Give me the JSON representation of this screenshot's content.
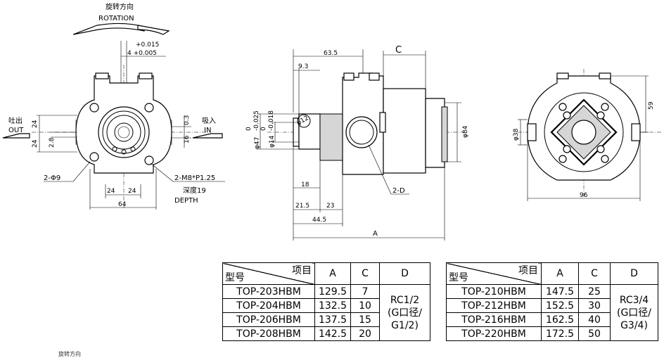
{
  "front_view": {
    "rotation_cn": "旋转方向",
    "rotation_en": "ROTATION",
    "tol_plus_015": "+0.015",
    "tol_4_plus_005": "4 +0.005",
    "outlet_cn": "吐出",
    "outlet_en": "OUT",
    "inlet_cn": "吸入",
    "inlet_en": "IN",
    "dim_24_left": "24",
    "dim_24_left2": "24",
    "dim_2_8": "2.8",
    "dim_0_3": "0.3",
    "dim_16": "16",
    "hole_2phi9": "2-Φ9",
    "tap_2m8": "2-M8*P1.25",
    "depth_cn": "深度19",
    "depth_en": "DEPTH",
    "dim_24_bottom_a": "24",
    "dim_24_bottom_b": "24",
    "dim_64": "64"
  },
  "side_view": {
    "dim_63_5": "63.5",
    "dim_c": "C",
    "dim_9_3": "9.3",
    "shaft_tol_0": "0",
    "shaft_tol_025": "-0.025",
    "shaft_dia": "φ47",
    "key_tol_0": "0",
    "key_tol_018": "-0.018",
    "key_dia": "φ14",
    "dim_phi12": "φ12",
    "dim_phi84": "φ84",
    "port_2d": "2-D",
    "dim_18": "18",
    "dim_21_5": "21.5",
    "dim_23": "23",
    "dim_44_5": "44.5",
    "dim_a": "A"
  },
  "rear_view": {
    "dim_59": "59",
    "dim_phi38": "φ38",
    "dim_96": "96"
  },
  "table_left": {
    "header_item": "项目",
    "header_model": "型号",
    "col_a": "A",
    "col_c": "C",
    "col_d": "D",
    "rows": [
      {
        "model": "TOP-203HBM",
        "a": "129.5",
        "c": "7"
      },
      {
        "model": "TOP-204HBM",
        "a": "132.5",
        "c": "10"
      },
      {
        "model": "TOP-206HBM",
        "a": "137.5",
        "c": "15"
      },
      {
        "model": "TOP-208HBM",
        "a": "142.5",
        "c": "20"
      }
    ],
    "d_line1": "RC1/2",
    "d_line2": "(G口径/",
    "d_line3": "G1/2)"
  },
  "table_right": {
    "header_item": "项目",
    "header_model": "型号",
    "col_a": "A",
    "col_c": "C",
    "col_d": "D",
    "rows": [
      {
        "model": "TOP-210HBM",
        "a": "147.5",
        "c": "25"
      },
      {
        "model": "TOP-212HBM",
        "a": "152.5",
        "c": "30"
      },
      {
        "model": "TOP-216HBM",
        "a": "162.5",
        "c": "40"
      },
      {
        "model": "TOP-220HBM",
        "a": "172.5",
        "c": "50"
      }
    ],
    "d_line1": "RC3/4",
    "d_line2": "(G口径/",
    "d_line3": "G3/4)"
  },
  "footer_rotation_cn": "旋转方向"
}
